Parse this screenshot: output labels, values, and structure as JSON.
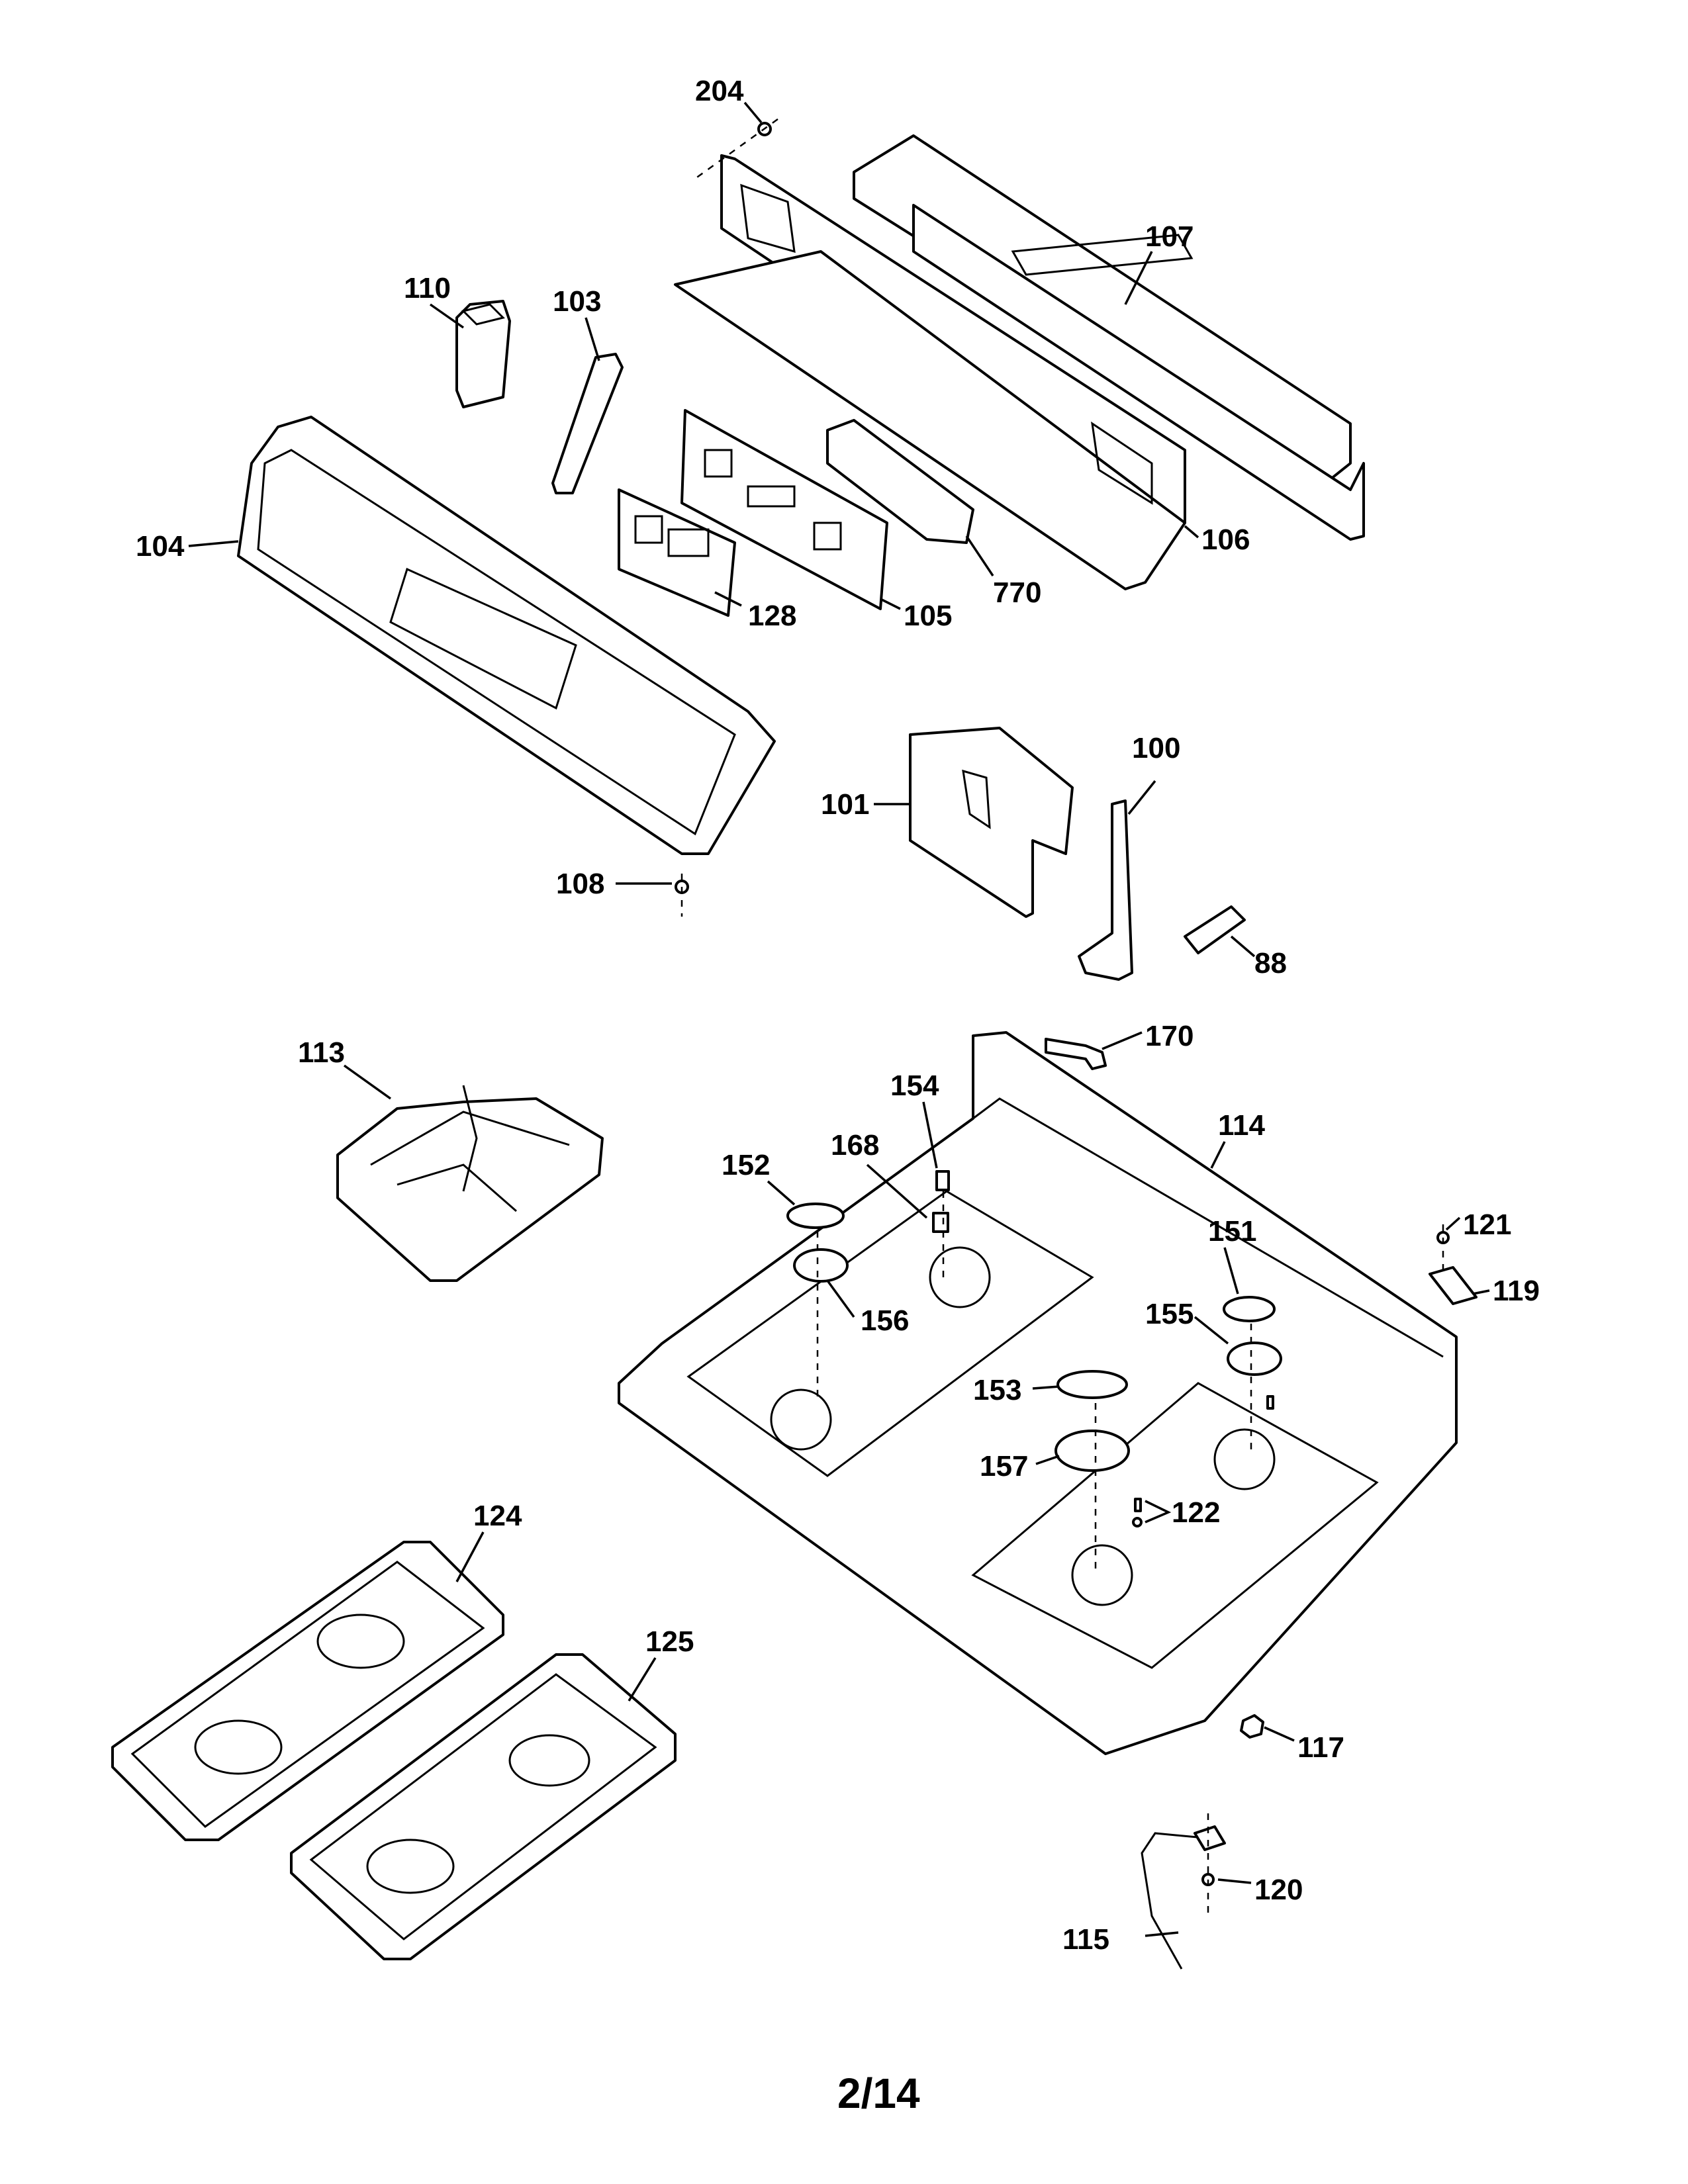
{
  "page_number": "2/14",
  "callouts": {
    "c88": "88",
    "c100": "100",
    "c101": "101",
    "c103": "103",
    "c104": "104",
    "c105": "105",
    "c106": "106",
    "c107": "107",
    "c108": "108",
    "c110": "110",
    "c113": "113",
    "c114": "114",
    "c115": "115",
    "c117": "117",
    "c119": "119",
    "c120": "120",
    "c121": "121",
    "c122": "122",
    "c124": "124",
    "c125": "125",
    "c128": "128",
    "c151": "151",
    "c152": "152",
    "c153": "153",
    "c154": "154",
    "c155": "155",
    "c156": "156",
    "c157": "157",
    "c168": "168",
    "c170": "170",
    "c204": "204",
    "c770": "770"
  }
}
